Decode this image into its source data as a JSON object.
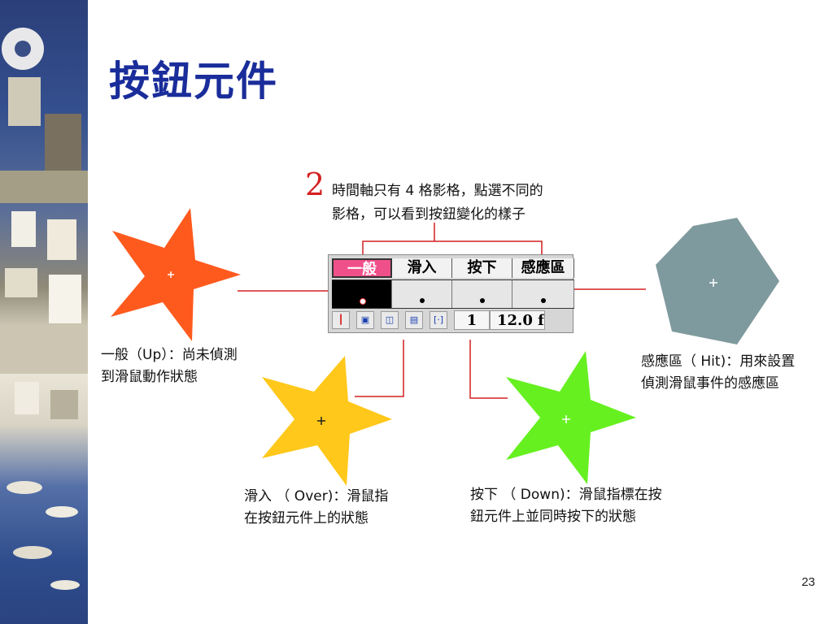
{
  "title": "按鈕元件",
  "page_number": "23",
  "step": {
    "number": "2",
    "lines": [
      "時間軸只有 4 格影格，點選不同的",
      "影格，可以看到按鈕變化的樣子"
    ]
  },
  "timeline": {
    "frames": [
      "一般",
      "滑入",
      "按下",
      "感應區"
    ],
    "active_frame": 0,
    "current_frame": "1",
    "frame_rate": "12.0 f"
  },
  "states": {
    "up": {
      "lines": [
        "一般（Up）：尚未偵測",
        "到滑鼠動作狀態"
      ],
      "color": "#ff5a1e"
    },
    "over": {
      "lines": [
        "滑入 （ Over)：滑鼠指",
        "在按鈕元件上的狀態"
      ],
      "color": "#ffc81a"
    },
    "down": {
      "lines": [
        "按下 （ Down)：滑鼠指標在按",
        "鈕元件上並同時按下的狀態"
      ],
      "color": "#66f020"
    },
    "hit": {
      "lines": [
        "感應區（ Hit)：用來設置",
        "偵測滑鼠事件的感應區"
      ],
      "color": "#7f9a9e"
    }
  },
  "callout_color": "#d42020",
  "title_color": "#1a2d9a"
}
